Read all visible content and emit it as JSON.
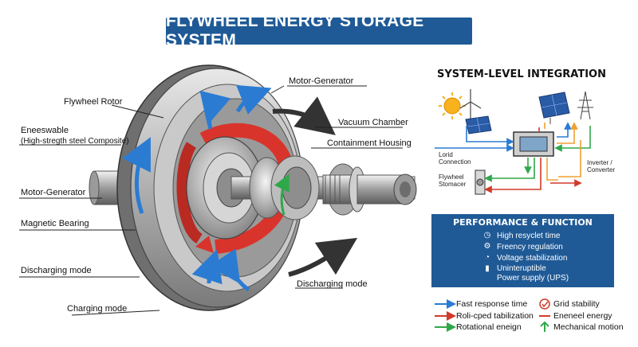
{
  "title": "FLYWHEEL ENERGY STORAGE SYSTEM",
  "left_labels": {
    "flywheel_rotor": "Flywheel Rotor",
    "renewable_line1": "Eneeswable",
    "renewable_line2": "(High-stregth steel Composite)",
    "motor_generator": "Motor-Generator",
    "magnetic_bearing": "Magnetic Bearing",
    "discharging_mode": "Discharging mode",
    "charging_mode": "Charging mode"
  },
  "right_labels": {
    "motor_generator": "Motor-Generator",
    "vacuum_chamber": "Vacuum Chamber",
    "containment_housing": "Containment Housing",
    "discharging_mode": "Discharging mode"
  },
  "system": {
    "title": "SYSTEM-LEVEL INTEGRATION",
    "grid_line1": "Lorid",
    "grid_line2": "Connection",
    "inverter_line1": "Inverter /",
    "inverter_line2": "Converter",
    "storage_line1": "Flywheel",
    "storage_line2": "Stomacer"
  },
  "performance": {
    "title": "PERFORMANCE & FUNCTION",
    "items": [
      {
        "icon": "clock-icon",
        "glyph": "◷",
        "text": "High resyclet time"
      },
      {
        "icon": "gears-icon",
        "glyph": "⚙",
        "text": "Freency regulation"
      },
      {
        "icon": "gauge-icon",
        "glyph": "◔",
        "text": "Voltage stabilization"
      },
      {
        "icon": "battery-icon",
        "glyph": "▮",
        "text": "Uninteruptible"
      },
      {
        "icon": "",
        "glyph": "",
        "text": "Power supply (UPS)"
      }
    ]
  },
  "legend": [
    {
      "text": "Fast response time",
      "color": "#2b7bd3",
      "marker": "arrow-right"
    },
    {
      "text": "Grid stability",
      "color": "#d23a2a",
      "marker": "check-circle"
    },
    {
      "text": "Roli-cped tabilization",
      "color": "#d23a2a",
      "marker": "arrow-right"
    },
    {
      "text": "Eneneel energy",
      "color": "#d23a2a",
      "marker": "line"
    },
    {
      "text": "Rotational eneign",
      "color": "#2fa84a",
      "marker": "arrow-right"
    },
    {
      "text": "Mechanical motion",
      "color": "#2fa84a",
      "marker": "arrow-up"
    }
  ],
  "colors": {
    "title_bg": "#1f5a96",
    "blue_arrow": "#2b7bd3",
    "red_arrow": "#d9342b",
    "green_arrow": "#2fa84a",
    "orange_wire": "#f0a030"
  }
}
